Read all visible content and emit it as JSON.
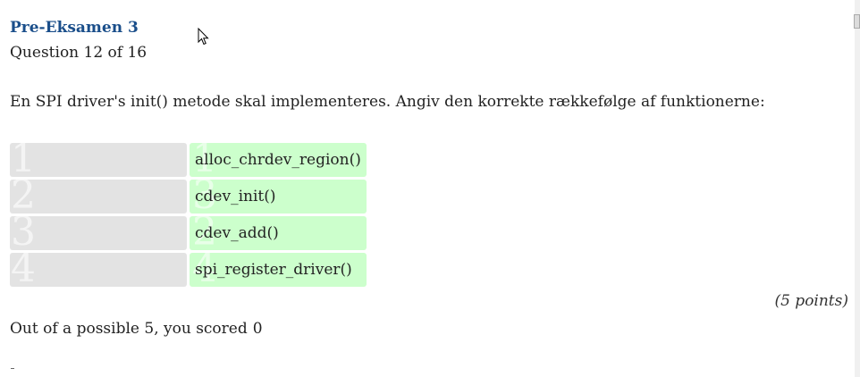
{
  "header": {
    "quiz_title": "Pre-Eksamen 3",
    "question_counter": "Question 12 of 16"
  },
  "question": {
    "text": "En SPI driver's init() metode skal implementeres. Angiv den korrekte rækkefølge af funktionerne:"
  },
  "ordering": {
    "rows": [
      {
        "slot": "1",
        "answer": "alloc_chrdev_region()",
        "ghost": "1"
      },
      {
        "slot": "2",
        "answer": "cdev_init()",
        "ghost": "3"
      },
      {
        "slot": "3",
        "answer": "cdev_add()",
        "ghost": "2"
      },
      {
        "slot": "4",
        "answer": "spi_register_driver()",
        "ghost": "4"
      }
    ],
    "slot_color": "#e3e3e3",
    "answer_color": "#ccffcc"
  },
  "result": {
    "points_label": "(5 points)",
    "score_text": "Out of a possible 5, you scored",
    "score_value": "0"
  },
  "colors": {
    "title": "#1a4e8a"
  },
  "icons": {
    "cursor": "mouse-pointer-icon"
  }
}
